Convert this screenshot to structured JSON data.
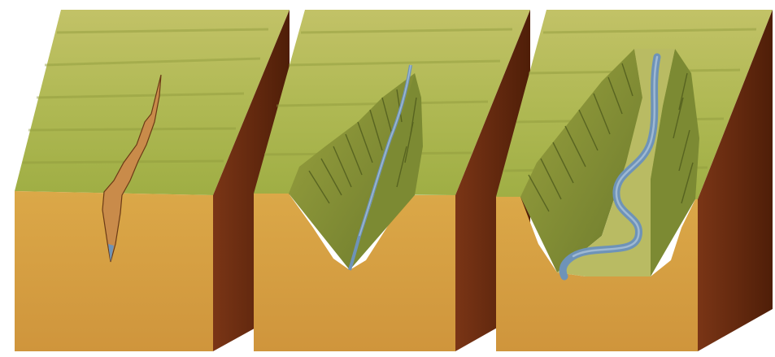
{
  "colors": {
    "background": "#ffffff",
    "grass_top": "#b5bc55",
    "grass_dark": "#8f9a3c",
    "soil_front": "#d69b3e",
    "soil_light": "#e0ab52",
    "side_face": "#6b2e12",
    "side_face_dark": "#4f1e08",
    "slope_vegetation": "#6f7a2e",
    "water": "#6e93b8",
    "water_light": "#9fb9d2",
    "gully_bare": "#c98b4a",
    "outline": "#3a1a0a"
  },
  "stages": [
    {
      "name": "gully-stage",
      "feature": "narrow-gully"
    },
    {
      "name": "v-shaped-valley-stage",
      "feature": "v-shaped-valley-with-stream"
    },
    {
      "name": "wide-valley-stage",
      "feature": "flat-floored-valley-with-meandering-river"
    }
  ]
}
